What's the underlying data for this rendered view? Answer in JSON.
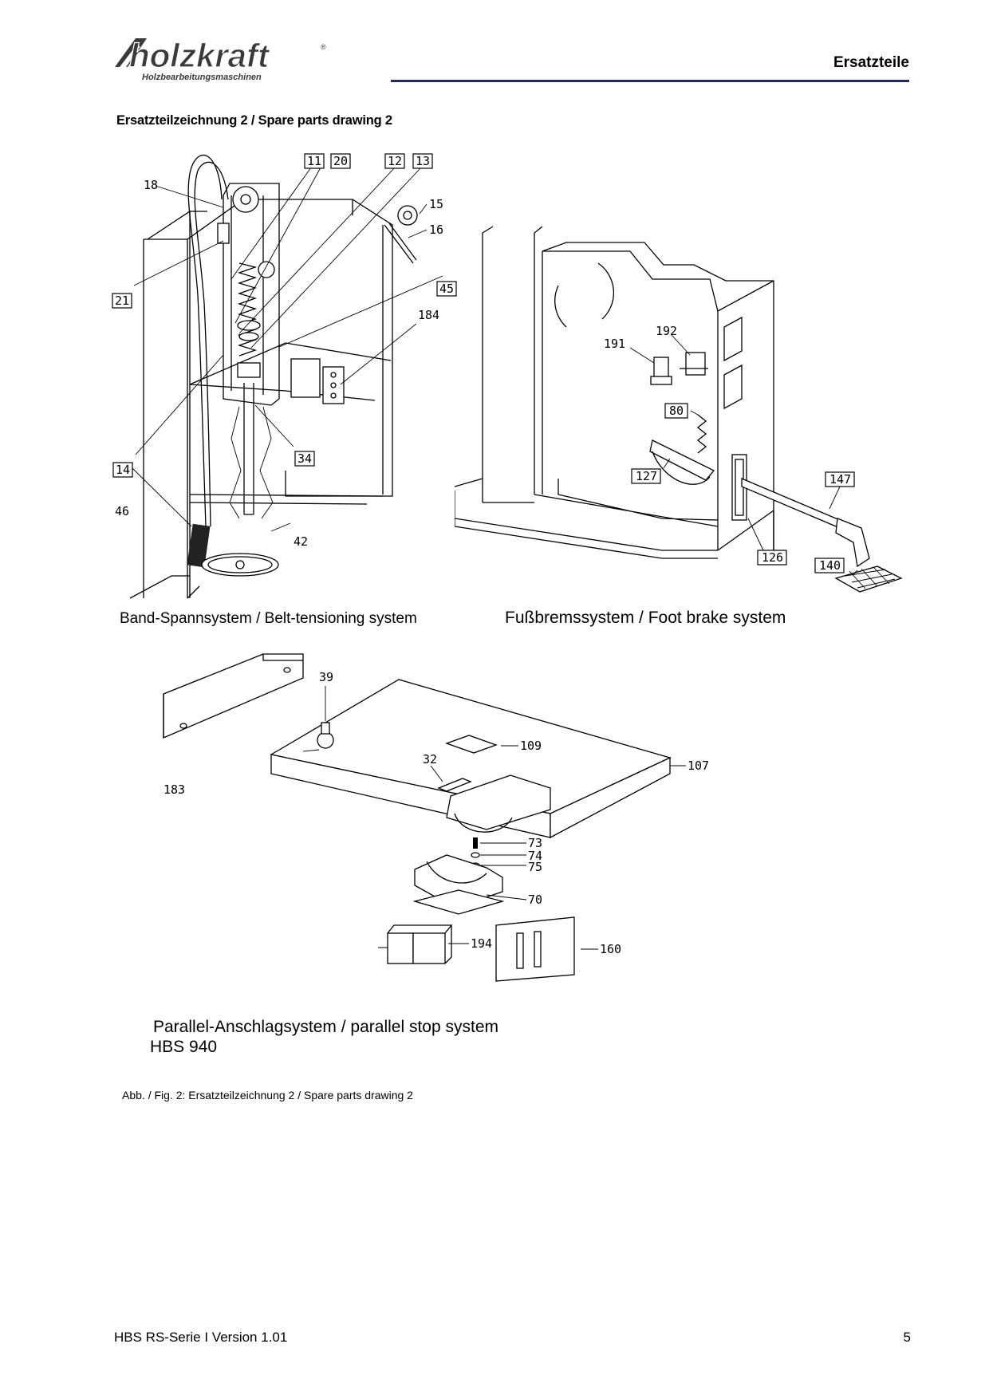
{
  "header": {
    "logo_text": "holzkraft",
    "logo_tagline": "Holzbearbeitungsmaschinen",
    "title": "Ersatzteile",
    "rule_color": "#1f2a6b"
  },
  "section_title": "Ersatzteilzeichnung 2 / Spare parts drawing 2",
  "drawings": {
    "belt": {
      "caption": "Band-Spannsystem / Belt-tensioning system",
      "parts": [
        "11",
        "20",
        "12",
        "13",
        "18",
        "15",
        "16",
        "21",
        "45",
        "184",
        "14",
        "34",
        "46",
        "42"
      ]
    },
    "brake": {
      "caption": "Fußbremssystem / Foot brake system",
      "parts": [
        "191",
        "192",
        "80",
        "127",
        "147",
        "126",
        "140"
      ]
    },
    "parallel": {
      "caption": "Parallel-Anschlagsystem / parallel stop system",
      "model": "HBS 940",
      "parts": [
        "39",
        "109",
        "183",
        "32",
        "107",
        "73",
        "74",
        "75",
        "70",
        "194",
        "160"
      ]
    }
  },
  "figure_caption": "Abb. / Fig. 2:  Ersatzteilzeichnung 2 / Spare parts drawing 2",
  "footer": {
    "left": "HBS RS-Serie I Version 1.01",
    "page_number": "5"
  }
}
